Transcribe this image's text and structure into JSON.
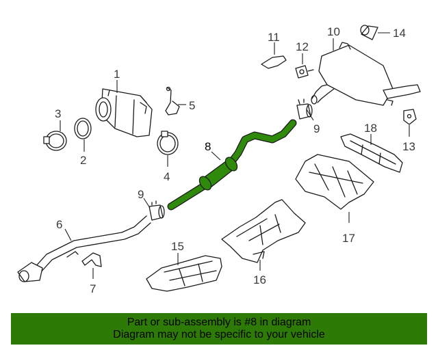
{
  "colors": {
    "highlight": "#2d7a06",
    "highlight_part": "#2f8a0c",
    "banner_bg": "#2d7a06"
  },
  "labels": {
    "p1": "1",
    "p2": "2",
    "p3": "3",
    "p4": "4",
    "p5": "5",
    "p6": "6",
    "p7": "7",
    "p8": "8",
    "p9a": "9",
    "p9b": "9",
    "p10": "10",
    "p11": "11",
    "p12": "12",
    "p13": "13",
    "p14": "14",
    "p15": "15",
    "p16": "16",
    "p17": "17",
    "p18": "18"
  },
  "banner": {
    "line1": "Part or sub-assembly is #8 in diagram",
    "line2": "Diagram may not be specific to your vehicle"
  }
}
